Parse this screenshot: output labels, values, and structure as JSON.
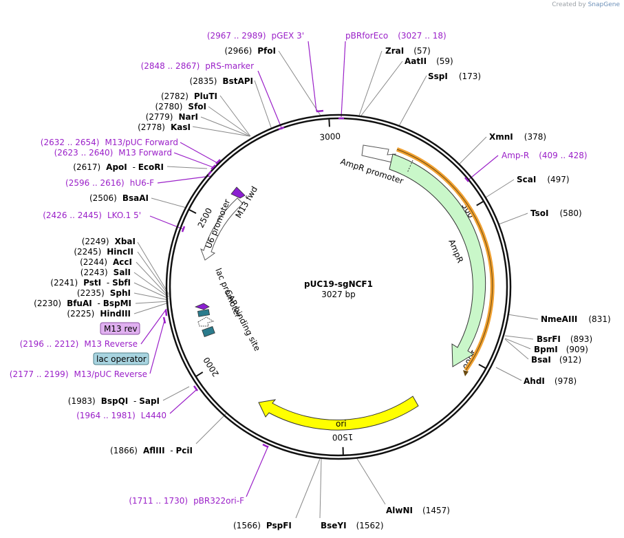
{
  "credit": {
    "prefix": "Created by",
    "brand": "SnapGene"
  },
  "plasmid": {
    "name": "pUC19-sgNCF1",
    "length_label": "3027 bp"
  },
  "ticks": [
    "500",
    "1000",
    "1500",
    "2000",
    "2500",
    "3000"
  ],
  "features": {
    "ampr_promoter": "AmpR promoter",
    "ampr": "AmpR",
    "ori": "ori",
    "u6_promoter": "U6 promoter",
    "m13_fwd": "M13 fwd",
    "lac_promoter": "lac promoter",
    "cap_site": "CAP binding site",
    "m13_rev_box": "M13 rev",
    "lac_operator_box": "lac operator"
  },
  "colors": {
    "ampr": "#c9f7c9",
    "ori": "#ffff00",
    "orange_primer": "#f0a030",
    "primer": "#9a1fc8",
    "cap_site": "#2b7b8c",
    "m13_rev_box": "#e0b0f0",
    "lac_operator_box": "#a8d4e0"
  },
  "enzymes_right": [
    {
      "name": "ZraI",
      "pos": "(57)"
    },
    {
      "name": "AatII",
      "pos": "(59)"
    },
    {
      "name": "SspI",
      "pos": "(173)"
    },
    {
      "name": "XmnI",
      "pos": "(378)"
    },
    {
      "name": "ScaI",
      "pos": "(497)"
    },
    {
      "name": "TsoI",
      "pos": "(580)"
    },
    {
      "name": "NmeAIII",
      "pos": "(831)"
    },
    {
      "name": "BsrFI",
      "pos": "(893)"
    },
    {
      "name": "BpmI",
      "pos": "(909)"
    },
    {
      "name": "BsaI",
      "pos": "(912)"
    },
    {
      "name": "AhdI",
      "pos": "(978)"
    },
    {
      "name": "AlwNI",
      "pos": "(1457)"
    }
  ],
  "enzymes_left": [
    {
      "name": "PfoI",
      "pos": "(2966)"
    },
    {
      "name": "BstAPI",
      "pos": "(2835)"
    },
    {
      "name": "PluTI",
      "pos": "(2782)"
    },
    {
      "name": "SfoI",
      "pos": "(2780)"
    },
    {
      "name": "NarI",
      "pos": "(2779)"
    },
    {
      "name": "KasI",
      "pos": "(2778)"
    },
    {
      "name": "ApoI",
      "name2": "EcoRI",
      "pos": "(2617)"
    },
    {
      "name": "BsaAI",
      "pos": "(2506)"
    },
    {
      "name": "XbaI",
      "pos": "(2249)"
    },
    {
      "name": "HincII",
      "pos": "(2245)"
    },
    {
      "name": "AccI",
      "pos": "(2244)"
    },
    {
      "name": "SalI",
      "pos": "(2243)"
    },
    {
      "name": "PstI",
      "name2": "SbfI",
      "pos": "(2241)"
    },
    {
      "name": "SphI",
      "pos": "(2235)"
    },
    {
      "name": "BfuAI",
      "name2": "BspMI",
      "pos": "(2230)"
    },
    {
      "name": "HindIII",
      "pos": "(2225)"
    },
    {
      "name": "BspQI",
      "name2": "SapI",
      "pos": "(1983)"
    },
    {
      "name": "AflIII",
      "name2": "PciI",
      "pos": "(1866)"
    }
  ],
  "enzymes_bottom": [
    {
      "name": "PspFI",
      "pos": "(1566)"
    },
    {
      "name": "BseYI",
      "pos": "(1562)"
    }
  ],
  "primers": [
    {
      "range": "(2967 .. 2989)",
      "name": "pGEX 3'"
    },
    {
      "range": "(3027 .. 18)",
      "name": "pBRforEco"
    },
    {
      "range": "(2848 .. 2867)",
      "name": "pRS-marker"
    },
    {
      "range": "(409 .. 428)",
      "name": "Amp-R"
    },
    {
      "range": "(2632 .. 2654)",
      "name": "M13/pUC Forward"
    },
    {
      "range": "(2623 .. 2640)",
      "name": "M13 Forward"
    },
    {
      "range": "(2596 .. 2616)",
      "name": "hU6-F"
    },
    {
      "range": "(2426 .. 2445)",
      "name": "LKO.1 5'"
    },
    {
      "range": "(2196 .. 2212)",
      "name": "M13 Reverse"
    },
    {
      "range": "(2177 .. 2199)",
      "name": "M13/pUC Reverse"
    },
    {
      "range": "(1964 .. 1981)",
      "name": "L4440"
    },
    {
      "range": "(1711 .. 1730)",
      "name": "pBR322ori-F"
    }
  ]
}
